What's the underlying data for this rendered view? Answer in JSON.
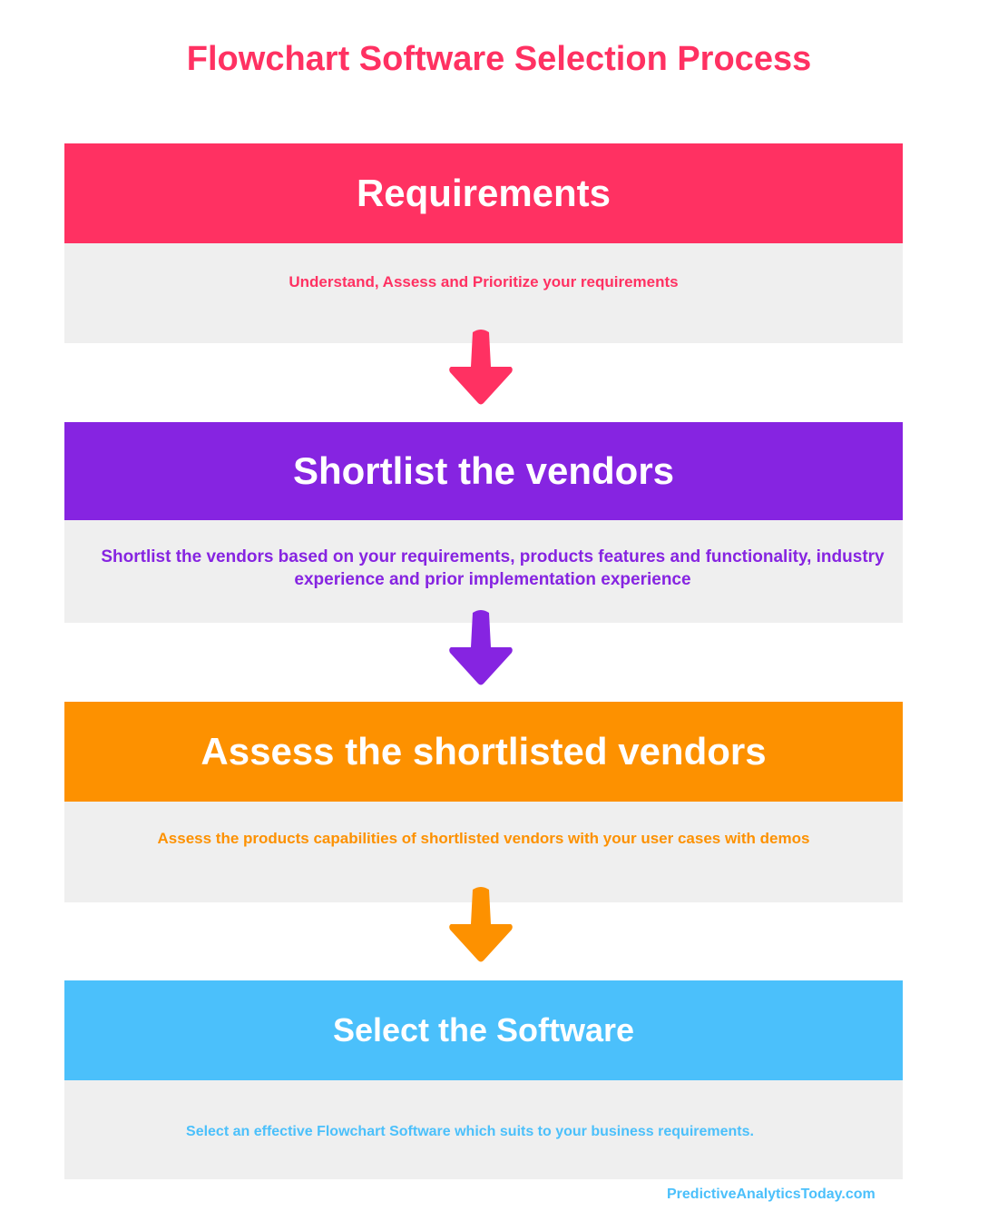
{
  "title": "Flowchart Software Selection Process",
  "colors": {
    "requirements": "#ff3162",
    "shortlist": "#8624e1",
    "assess": "#fd9100",
    "select": "#4bc0fb",
    "body_bg": "#efefef"
  },
  "steps": [
    {
      "heading": "Requirements",
      "description": "Understand, Assess and Prioritize your requirements",
      "color": "#ff3162"
    },
    {
      "heading": "Shortlist the vendors",
      "description": "Shortlist the vendors based on your requirements, products features and functionality, industry experience and prior implementation experience",
      "color": "#8624e1"
    },
    {
      "heading": "Assess the shortlisted vendors",
      "description": "Assess the products capabilities of shortlisted vendors with your user cases with demos",
      "color": "#fd9100"
    },
    {
      "heading": "Select the Software",
      "description": "Select an effective Flowchart Software which suits to your business requirements.",
      "color": "#4bc0fb"
    }
  ],
  "arrows": [
    {
      "icon": "arrow-down-icon",
      "color": "#ff3162"
    },
    {
      "icon": "arrow-down-icon",
      "color": "#8624e1"
    },
    {
      "icon": "arrow-down-icon",
      "color": "#fd9100"
    }
  ],
  "footer": "PredictiveAnalyticsToday.com"
}
